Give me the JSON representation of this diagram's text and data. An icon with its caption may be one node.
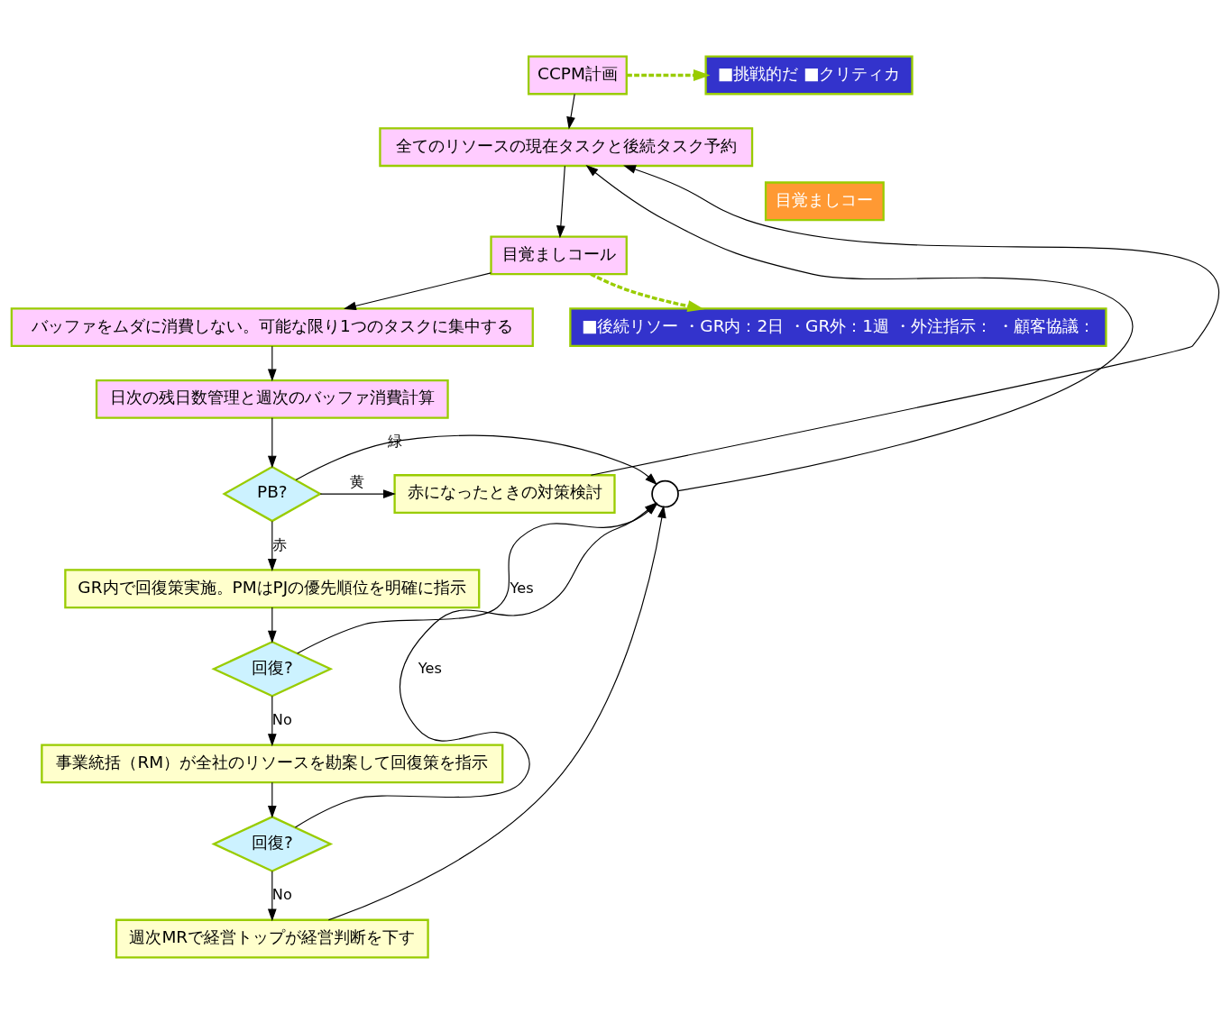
{
  "diagram": {
    "nodes": [
      {
        "text": [
          "CCPM計画"
        ]
      },
      {
        "text": [
          "全てのリソースの現在タスクと後続タスク予約"
        ]
      },
      {
        "text": [
          "目覚ましコール"
        ]
      },
      {
        "text": [
          "バッファをムダに消費しない。可能な限り1つのタスクに集中する"
        ]
      },
      {
        "text": [
          "日次の残日数管理と週次のバッファ消費計算"
        ]
      },
      {
        "text": [
          "PB?"
        ]
      },
      {
        "text": [],
        "shape": "circle"
      },
      {
        "text": [
          "赤になったときの対策検討"
        ]
      },
      {
        "text": [
          "GR内で回復策実施。PMはPJの優先順位を明確に指示"
        ]
      },
      {
        "text": [
          "回復?"
        ]
      },
      {
        "text": [
          "事業統括（RM）が全社のリソースを勘案して回復策を指示"
        ]
      },
      {
        "text": [
          "回復?"
        ]
      },
      {
        "text": [
          "週次MRで経営トップが経営判断を下す"
        ]
      },
      {
        "text": [
          "■挑戦的だ ■クリティカ"
        ]
      },
      {
        "text": [
          "目覚ましコー"
        ]
      },
      {
        "text": [
          "■後続リソー ・GR内：2日 ・GR外：1週 ・外注指示： ・顧客協議："
        ]
      }
    ],
    "edges": [
      {
        "from": 0,
        "to": 1,
        "arrow": "to"
      },
      {
        "from": 1,
        "to": 2,
        "arrow": "to"
      },
      {
        "from": 2,
        "to": 3,
        "arrow": "to"
      },
      {
        "from": 3,
        "to": 4,
        "arrow": "to"
      },
      {
        "from": 4,
        "to": 5,
        "arrow": "to"
      },
      {
        "from": 5,
        "to": 6,
        "arrow": "to",
        "label": "緑"
      },
      {
        "from": 5,
        "to": 7,
        "arrow": "to",
        "label": "黄"
      },
      {
        "from": 5,
        "to": 8,
        "arrow": "to",
        "label": "赤"
      },
      {
        "from": 8,
        "to": 9,
        "arrow": "to"
      },
      {
        "from": 9,
        "to": 6,
        "arrow": "to",
        "label": "Yes"
      },
      {
        "from": 9,
        "to": 10,
        "arrow": "to",
        "label": "No"
      },
      {
        "from": 10,
        "to": 11,
        "arrow": "to"
      },
      {
        "from": 11,
        "to": 6,
        "arrow": "to",
        "label": "Yes"
      },
      {
        "from": 11,
        "to": 12,
        "arrow": "to",
        "label": "No"
      },
      {
        "from": 12,
        "to": 6,
        "arrow": "to"
      },
      {
        "from": 6,
        "to": 1,
        "arrow": "to"
      },
      {
        "from": 7,
        "to": 1,
        "arrow": "to"
      },
      {
        "from": 0,
        "to": 13,
        "arrow": "to",
        "style": "dashed",
        "color": "#99cc00"
      },
      {
        "from": 2,
        "to": 15,
        "arrow": "to",
        "style": "dashed",
        "color": "#99cc00"
      }
    ]
  }
}
